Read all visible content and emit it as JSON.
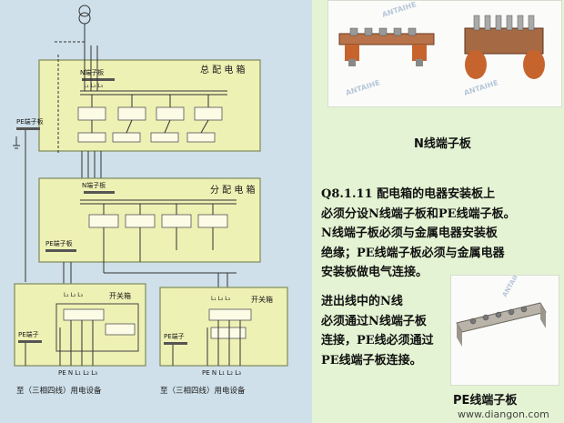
{
  "diagram": {
    "cabinets": {
      "main": "总 配 电 箱",
      "sub": "分 配 电 箱",
      "switch_left": "开关箱",
      "switch_right": "开关箱"
    },
    "labels": {
      "n_bar_main": "N端子板",
      "l_main": "L₁ L₂ L₃",
      "pe_bar_main": "PE端子板",
      "n_bar_sub": "N端子板",
      "pe_bar_sub": "PE端子板",
      "l_switch_left": "L₁ L₂ L₃",
      "l_switch_right": "L₁ L₂ L₃",
      "pe_switch_left": "PE端子",
      "pe_switch_right": "PE端子",
      "out_left": "PE N L₁ L₂ L₃",
      "out_right": "PE N L₁ L₂ L₃",
      "load_left": "至（三相四线）用电设备",
      "load_right": "至（三相四线）用电设备"
    }
  },
  "right": {
    "n_caption": "N线端子板",
    "para1": "Q8.1.11   配电箱的电器安装板上\n必须分设N线端子板和PE线端子板。\nN线端子板必须与金属电器安装板\n绝缘；PE线端子板必须与金属电器\n安装板做电气连接。",
    "para2": "进出线中的N线\n必须通过N线端子板\n连接，PE线必须通过\nPE线端子板连接。",
    "pe_caption": "PE线端子板",
    "watermarks": [
      "ANTAIHE",
      "ANTAIHE",
      "ANTAIHE",
      "ANTAIHE"
    ],
    "url": "www.diangon.com"
  },
  "colors": {
    "cabinet_fill": "#eef1b4",
    "wire": "#333333",
    "panel": "#cfe0ea",
    "page": "#e4f3d3"
  }
}
